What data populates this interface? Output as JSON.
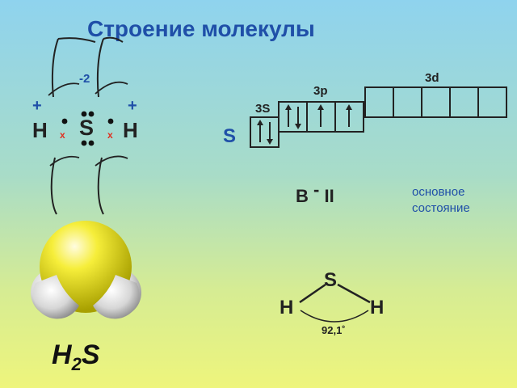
{
  "title": "Строение молекулы",
  "lewis": {
    "left_atom": "H",
    "center_atom": "S",
    "right_atom": "H",
    "left_charge": "+",
    "right_charge": "+",
    "center_charge": "-2",
    "left_bond_mark": "x",
    "right_bond_mark": "x"
  },
  "formula": {
    "base": "H",
    "sub": "2",
    "tail": "S"
  },
  "orbitals": {
    "element": "S",
    "s_label": "3S",
    "p_label": "3p",
    "d_label": "3d"
  },
  "valence": {
    "prefix": "B",
    "dash": "-",
    "value": "II"
  },
  "state": {
    "line1": "основное",
    "line2": "состояние"
  },
  "geometry": {
    "center": "S",
    "left": "H",
    "right": "H",
    "angle": "92,1˚"
  },
  "colors": {
    "title": "#1f4fa8",
    "sulfur_sphere": "#f2ea2a",
    "hydrogen_sphere": "#d8d8d8",
    "charge": "#1f4fa8",
    "bond_mark": "#e03020"
  }
}
